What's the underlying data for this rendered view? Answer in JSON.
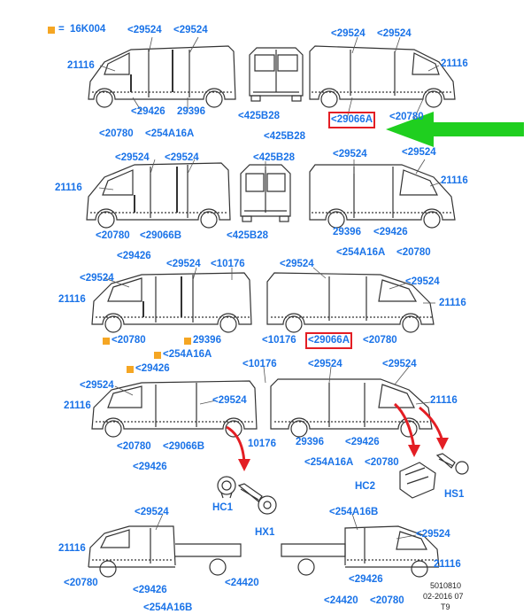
{
  "legend": {
    "code": "16K004",
    "color": "#f5a623"
  },
  "colors": {
    "label": "#1a73e8",
    "highlight": "#e31e24",
    "pointer": "#1fcf1f",
    "callout": "#e31e24"
  },
  "labels": {
    "l_29524": "<29524",
    "l_21116": "21116",
    "l_29426": "<29426",
    "l_29396": "29396",
    "l_20780": "<20780",
    "l_20780b": "<20780",
    "l_254A16A": "<254A16A",
    "l_254A16A_nob": "254A16A",
    "l_425B28": "<425B28",
    "l_29066A": "<29066A",
    "l_29066B": "<29066B",
    "l_10176": "<10176",
    "l_10176_nob": "10176",
    "l_254A16B": "<254A16B",
    "l_24420": "<24420",
    "l_24420b": "<24420"
  },
  "parts": {
    "hc1": "HC1",
    "hx1": "HX1",
    "hc2": "HC2",
    "hs1": "HS1"
  },
  "footer": {
    "id": "5010810",
    "date": "02-2016 07",
    "rev": "T9"
  }
}
